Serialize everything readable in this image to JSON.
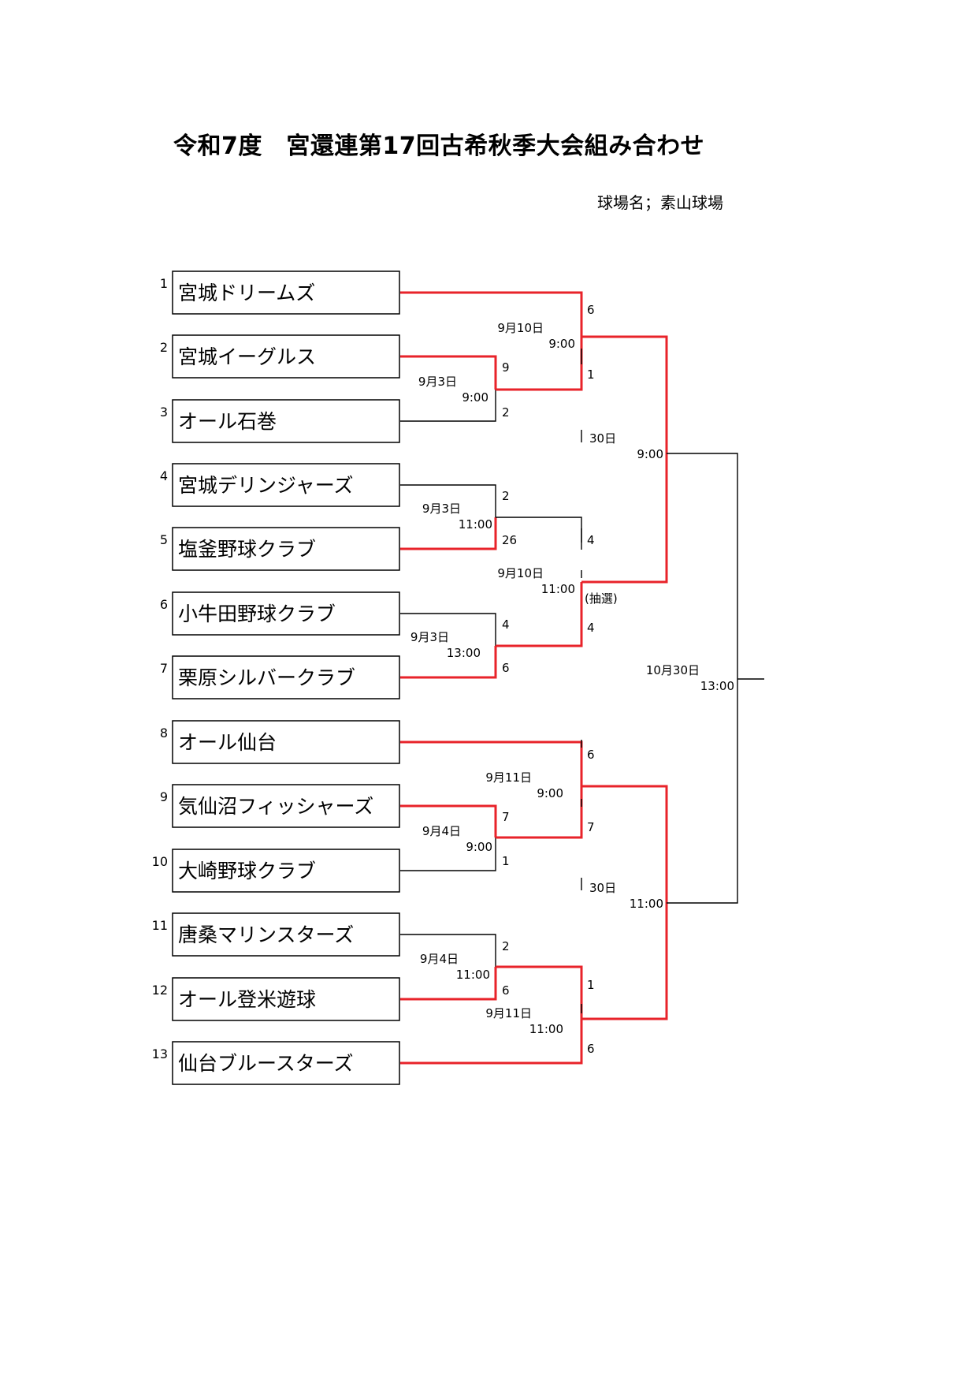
{
  "title": "令和7度　宮還連第17回古希秋季大会組み合わせ",
  "venue": "球場名；素山球場",
  "colors": {
    "winner_line": "#e8232a",
    "line": "#000000",
    "box_border": "#000000"
  },
  "teams": [
    {
      "seed": "1",
      "name": "宮城ドリームズ"
    },
    {
      "seed": "2",
      "name": "宮城イーグルス"
    },
    {
      "seed": "3",
      "name": "オール石巻"
    },
    {
      "seed": "4",
      "name": "宮城デリンジャーズ"
    },
    {
      "seed": "5",
      "name": "塩釜野球クラブ"
    },
    {
      "seed": "6",
      "name": "小牛田野球クラブ"
    },
    {
      "seed": "7",
      "name": "栗原シルバークラブ"
    },
    {
      "seed": "8",
      "name": "オール仙台"
    },
    {
      "seed": "9",
      "name": "気仙沼フィッシャーズ"
    },
    {
      "seed": "10",
      "name": "大崎野球クラブ"
    },
    {
      "seed": "11",
      "name": "唐桑マリンスターズ"
    },
    {
      "seed": "12",
      "name": "オール登米遊球"
    },
    {
      "seed": "13",
      "name": "仙台ブルースターズ"
    }
  ],
  "matches": {
    "r1_m1": {
      "date": "9月3日",
      "time": "9:00",
      "score_top": "9",
      "score_bottom": "2"
    },
    "r1_m2": {
      "date": "9月3日",
      "time": "11:00",
      "score_top": "2",
      "score_bottom": "26"
    },
    "r1_m3": {
      "date": "9月3日",
      "time": "13:00",
      "score_top": "4",
      "score_bottom": "6"
    },
    "r1_m4": {
      "date": "9月4日",
      "time": "9:00",
      "score_top": "7",
      "score_bottom": "1"
    },
    "r1_m5": {
      "date": "9月4日",
      "time": "11:00",
      "score_top": "2",
      "score_bottom": "6"
    },
    "r2_m1": {
      "date": "9月10日",
      "time": "9:00",
      "score_top": "6",
      "score_bottom": "1"
    },
    "r2_m2": {
      "date": "9月10日",
      "time": "11:00",
      "score_top": "4",
      "score_bottom": "4",
      "note": "(抽選)"
    },
    "r2_m3": {
      "date": "9月11日",
      "time": "9:00",
      "score_top": "6",
      "score_bottom": "7"
    },
    "r2_m4": {
      "date": "9月11日",
      "time": "11:00",
      "score_top": "1",
      "score_bottom": "6"
    },
    "sf_m1": {
      "date": "30日",
      "time": "9:00"
    },
    "sf_m2": {
      "date": "30日",
      "time": "11:00"
    },
    "final": {
      "date": "10月30日",
      "time": "13:00"
    }
  }
}
